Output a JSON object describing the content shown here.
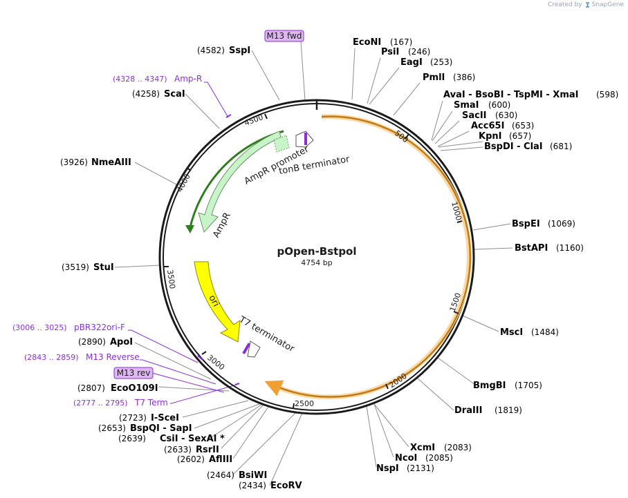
{
  "credit": {
    "prefix": "Created by",
    "brand": "SnapGene"
  },
  "map": {
    "name": "pOpen-Bstpol",
    "size_label": "4754 bp",
    "length_bp": 4754,
    "ticks": [
      "500",
      "1000",
      "1500",
      "2000",
      "2500",
      "3000",
      "3500",
      "4000",
      "4500"
    ],
    "colors": {
      "backbone": "#1a1a1a",
      "cds_orange": "#f0a030",
      "ampr": "#c8f5c8",
      "ampr_stroke": "#2e7d1e",
      "ori": "#ffff00",
      "primer": "#8a2be2",
      "primer_fill": "#dcb8ef",
      "leader": "#8c8c8c"
    }
  },
  "features": {
    "ampr_label": "AmpR",
    "ampr_promoter_label": "AmpR promoter",
    "tonb_label": "tonB terminator",
    "ori_label": "ori",
    "t7_label": "T7 terminator"
  },
  "sites": [
    {
      "name": "EcoNI",
      "pos": "(167)"
    },
    {
      "name": "PsiI",
      "pos": "(246)"
    },
    {
      "name": "EagI",
      "pos": "(253)"
    },
    {
      "name": "PmlI",
      "pos": "(386)"
    },
    {
      "name": "AvaI - BsoBI - TspMI - XmaI",
      "pos": "(598)"
    },
    {
      "name": "SmaI",
      "pos": "(600)"
    },
    {
      "name": "SacII",
      "pos": "(630)"
    },
    {
      "name": "Acc65I",
      "pos": "(653)"
    },
    {
      "name": "KpnI",
      "pos": "(657)"
    },
    {
      "name": "BspDI - ClaI",
      "pos": "(681)"
    },
    {
      "name": "BspEI",
      "pos": "(1069)"
    },
    {
      "name": "BstAPI",
      "pos": "(1160)"
    },
    {
      "name": "MscI",
      "pos": "(1484)"
    },
    {
      "name": "BmgBI",
      "pos": "(1705)"
    },
    {
      "name": "DraIII",
      "pos": "(1819)"
    },
    {
      "name": "XcmI",
      "pos": "(2083)"
    },
    {
      "name": "NcoI",
      "pos": "(2085)"
    },
    {
      "name": "NspI",
      "pos": "(2131)"
    },
    {
      "name": "EcoRV",
      "pos": "(2434)"
    },
    {
      "name": "BsiWI",
      "pos": "(2464)"
    },
    {
      "name": "AflIII",
      "pos": "(2602)"
    },
    {
      "name": "RsrII",
      "pos": "(2633)"
    },
    {
      "name": "CsiI - SexAI *",
      "pos": "(2639)"
    },
    {
      "name": "BspQI - SapI",
      "pos": "(2653)"
    },
    {
      "name": "I-SceI",
      "pos": "(2723)"
    },
    {
      "name": "EcoO109I",
      "pos": "(2807)"
    },
    {
      "name": "ApoI",
      "pos": "(2890)"
    },
    {
      "name": "StuI",
      "pos": "(3519)"
    },
    {
      "name": "NmeAIII",
      "pos": "(3926)"
    },
    {
      "name": "ScaI",
      "pos": "(4258)"
    },
    {
      "name": "SspI",
      "pos": "(4582)"
    }
  ],
  "primers": [
    {
      "name": "M13 fwd",
      "boxed": true
    },
    {
      "name": "M13 rev",
      "boxed": true
    },
    {
      "name": "Amp-R",
      "range": "(4328 .. 4347)"
    },
    {
      "name": "pBR322ori-F",
      "range": "(3006 .. 3025)"
    },
    {
      "name": "M13 Reverse",
      "range": "(2843 .. 2859)"
    },
    {
      "name": "T7 Term",
      "range": "(2777 .. 2795)"
    }
  ]
}
